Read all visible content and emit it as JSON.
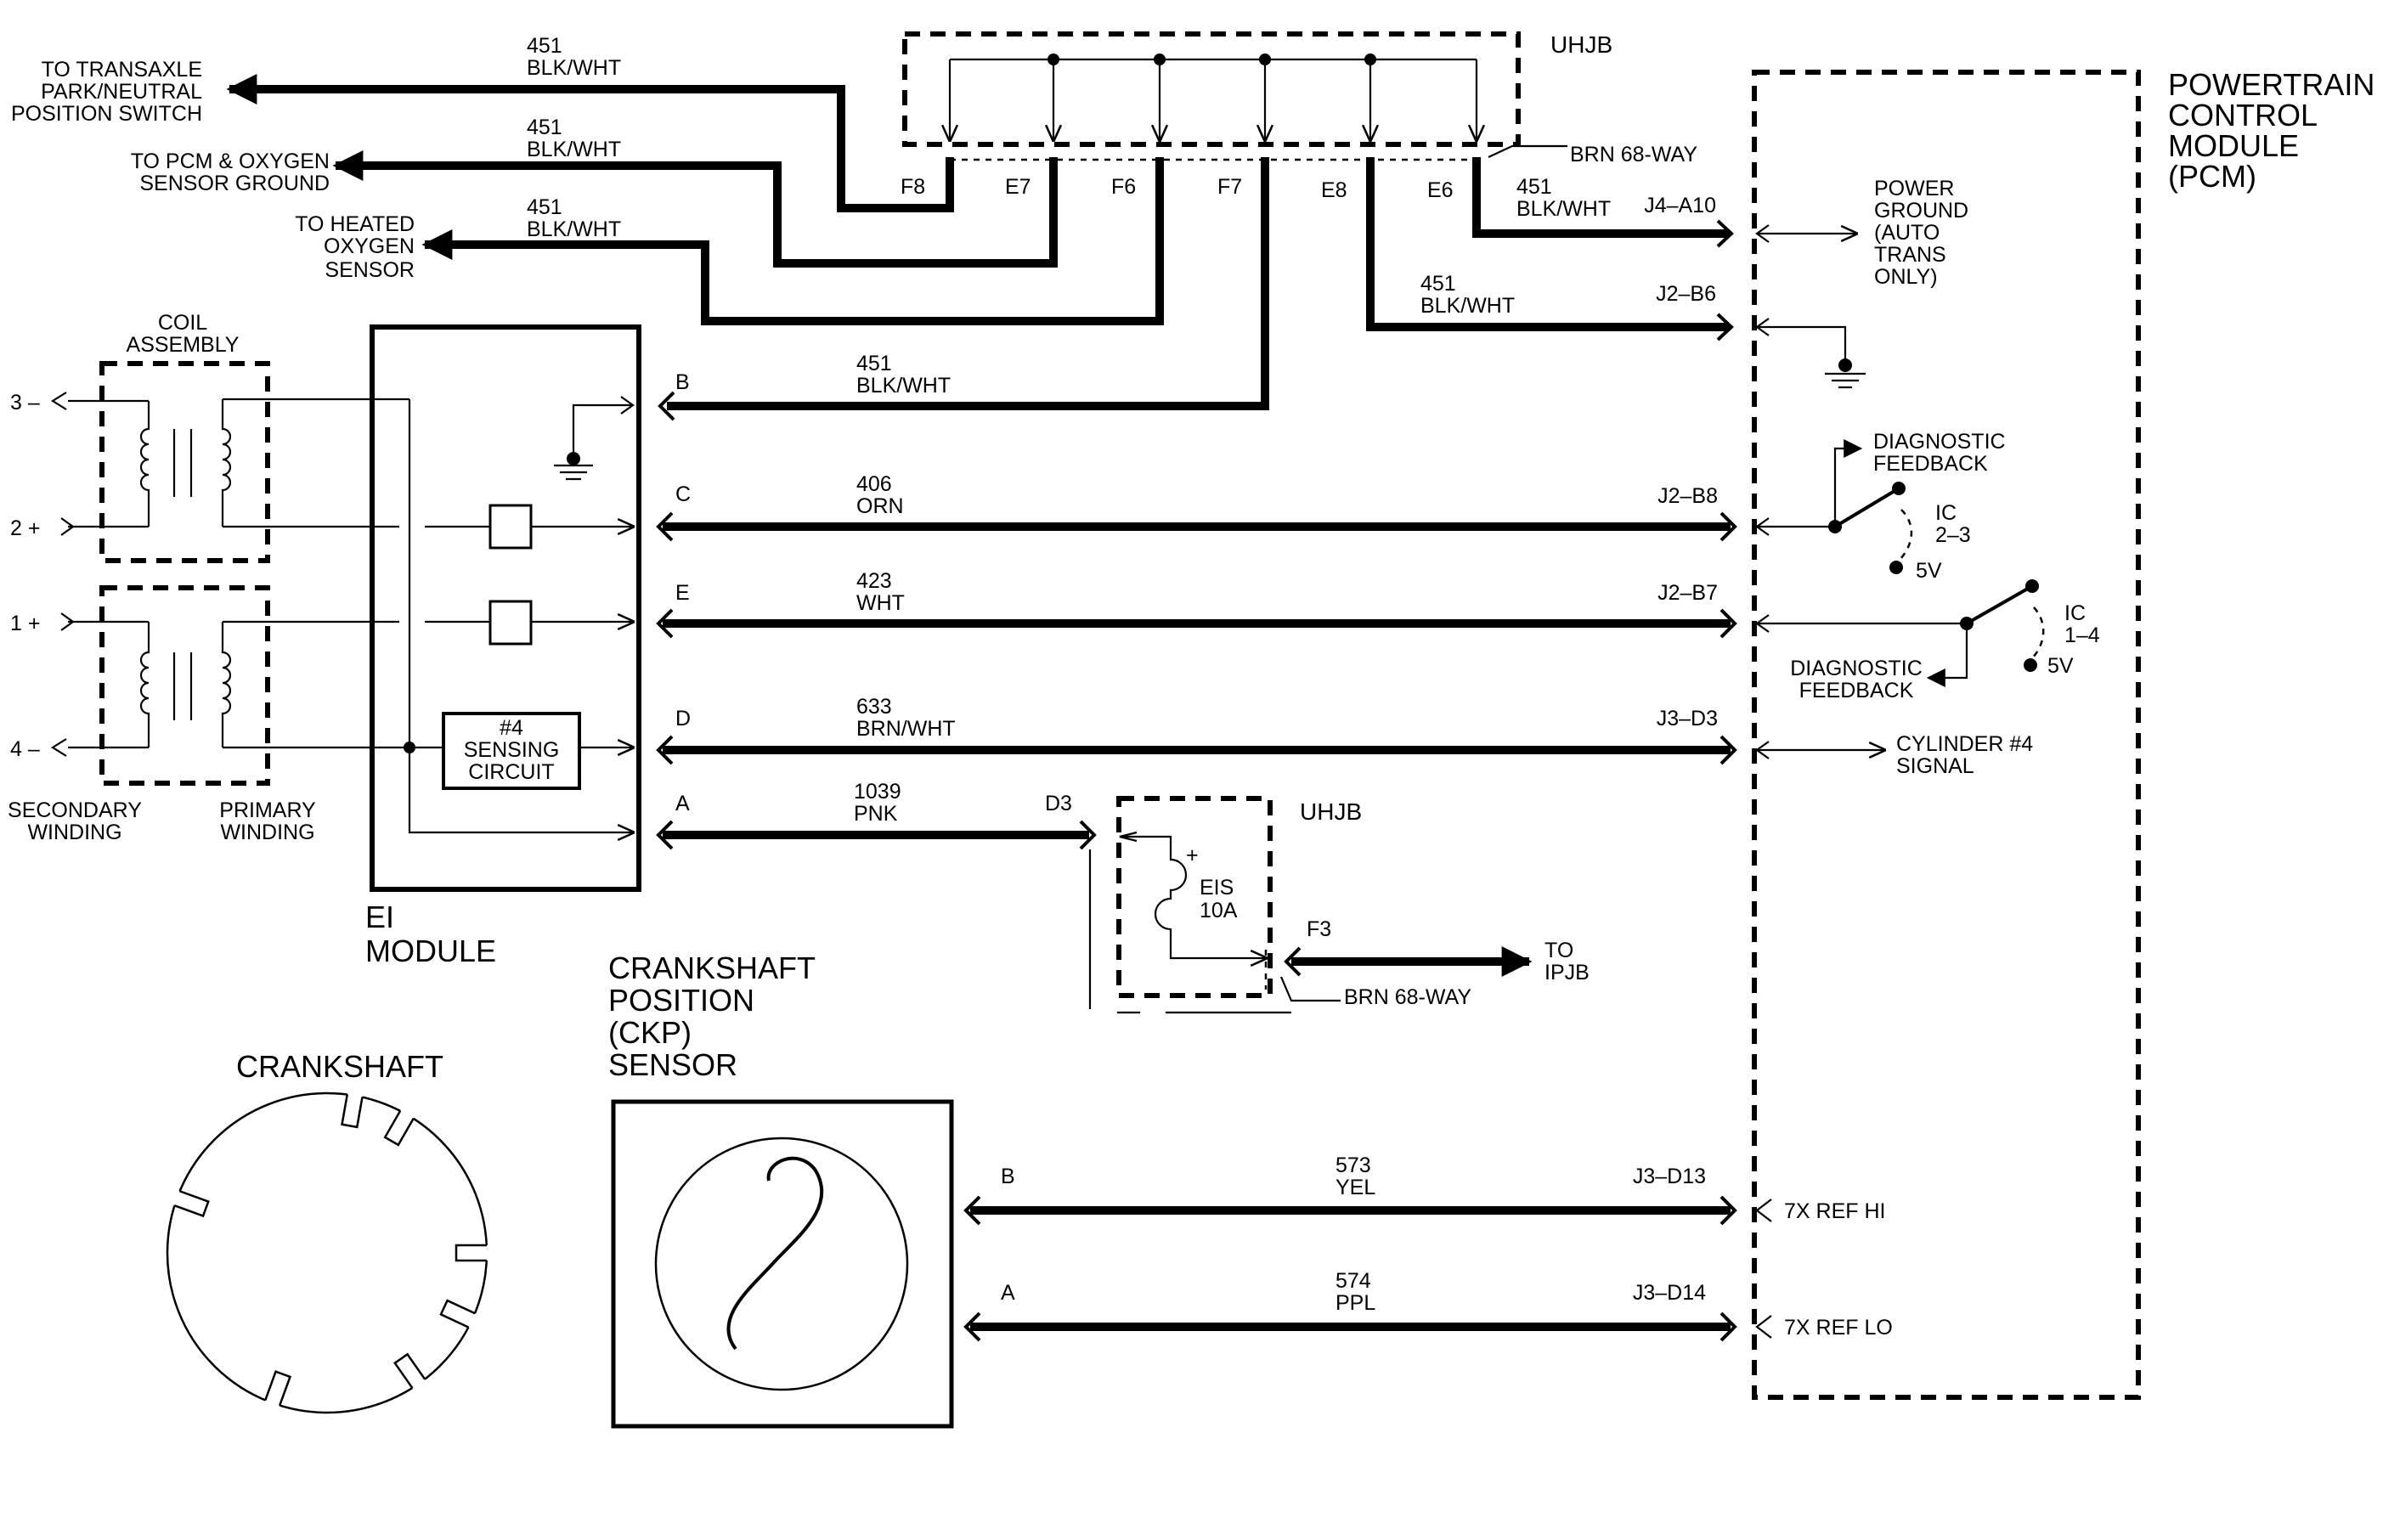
{
  "uhjb_top": {
    "title": "UHJB",
    "connector_note": "BRN 68-WAY",
    "pins": [
      "F8",
      "E7",
      "F6",
      "F7",
      "E8",
      "E6"
    ]
  },
  "pcm": {
    "title_lines": [
      "POWERTRAIN",
      "CONTROL",
      "MODULE",
      "(PCM)"
    ],
    "power_ground_lines": [
      "POWER",
      "GROUND",
      "(AUTO",
      "TRANS",
      "ONLY)"
    ],
    "diag_feedback_1_lines": [
      "DIAGNOSTIC",
      "FEEDBACK"
    ],
    "ic1_lines": [
      "IC",
      "2–3"
    ],
    "ic1_5v": "5V",
    "ic2_lines": [
      "IC",
      "1–4"
    ],
    "ic2_5v": "5V",
    "diag_feedback_2_lines": [
      "DIAGNOSTIC",
      "FEEDBACK"
    ],
    "cyl4_lines": [
      "CYLINDER #4",
      "SIGNAL"
    ],
    "ref_hi": "7X REF HI",
    "ref_lo": "7X REF LO"
  },
  "destinations": {
    "transaxle_lines": [
      "TO TRANSAXLE",
      "PARK/NEUTRAL",
      "POSITION SWITCH"
    ],
    "pcm_oxygen_lines": [
      "TO PCM & OXYGEN",
      "SENSOR GROUND"
    ],
    "heated_oxygen_lines": [
      "TO HEATED",
      "OXYGEN",
      "SENSOR"
    ],
    "ipjb_lines": [
      "TO",
      "IPJB"
    ]
  },
  "wires": {
    "w_f8": {
      "circuit": "451",
      "color": "BLK/WHT"
    },
    "w_e7": {
      "circuit": "451",
      "color": "BLK/WHT"
    },
    "w_f6": {
      "circuit": "451",
      "color": "BLK/WHT"
    },
    "w_e6": {
      "circuit": "451",
      "color": "BLK/WHT",
      "pcm_pin": "J4–A10"
    },
    "w_e8": {
      "circuit": "451",
      "color": "BLK/WHT",
      "pcm_pin": "J2–B6"
    },
    "w_b": {
      "terminal": "B",
      "circuit": "451",
      "color": "BLK/WHT"
    },
    "w_c": {
      "terminal": "C",
      "circuit": "406",
      "color": "ORN",
      "pcm_pin": "J2–B8"
    },
    "w_e": {
      "terminal": "E",
      "circuit": "423",
      "color": "WHT",
      "pcm_pin": "J2–B7"
    },
    "w_d": {
      "terminal": "D",
      "circuit": "633",
      "color": "BRN/WHT",
      "pcm_pin": "J3–D3"
    },
    "w_a": {
      "terminal": "A",
      "circuit": "1039",
      "color": "PNK",
      "uhjb_pin": "D3"
    },
    "ckp_b": {
      "terminal": "B",
      "circuit": "573",
      "color": "YEL",
      "pcm_pin": "J3–D13"
    },
    "ckp_a": {
      "terminal": "A",
      "circuit": "574",
      "color": "PPL",
      "pcm_pin": "J3–D14"
    }
  },
  "coil": {
    "title_lines": [
      "COIL",
      "ASSEMBLY"
    ],
    "terminals": [
      "3 –",
      "2 +",
      "1 +",
      "4 –"
    ],
    "secondary_lines": [
      "SECONDARY",
      "WINDING"
    ],
    "primary_lines": [
      "PRIMARY",
      "WINDING"
    ]
  },
  "ei_module": {
    "title_lines": [
      "EI",
      "MODULE"
    ],
    "sensing_lines": [
      "#4",
      "SENSING",
      "CIRCUIT"
    ]
  },
  "uhjb_bottom": {
    "title": "UHJB",
    "fuse_lines": [
      "EIS",
      "10A"
    ],
    "out_pin": "F3",
    "connector_note": "BRN 68-WAY"
  },
  "crankshaft": {
    "title": "CRANKSHAFT"
  },
  "ckp_sensor": {
    "title_lines": [
      "CRANKSHAFT",
      "POSITION",
      "(CKP)",
      "SENSOR"
    ]
  }
}
